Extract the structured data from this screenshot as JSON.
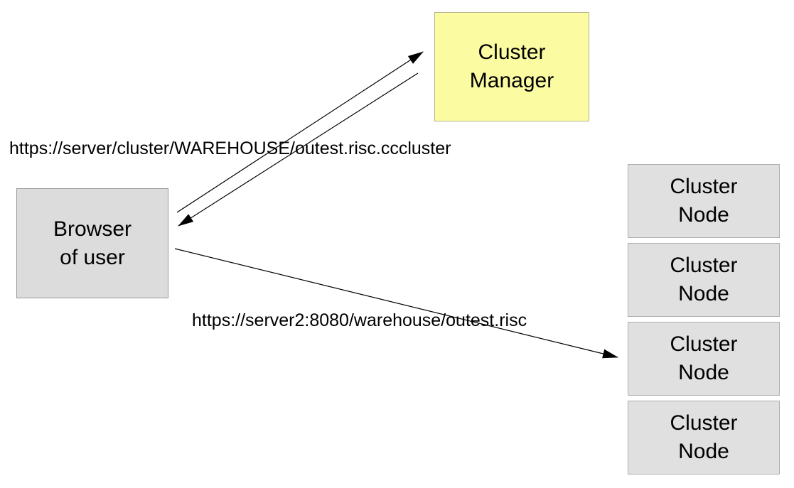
{
  "diagram": {
    "background_color": "#ffffff",
    "line_color": "#000000",
    "nodes": [
      {
        "id": "cluster-manager",
        "label": "Cluster\nManager",
        "fill": "#fbfba2",
        "border": "#b3b38c"
      },
      {
        "id": "browser-of-user",
        "label": "Browser\nof user",
        "fill": "#dcdcdc",
        "border": "#9a9a9a"
      },
      {
        "id": "cluster-node-1",
        "label": "Cluster\nNode",
        "fill": "#e0e0e0",
        "border": "#aeaeae"
      },
      {
        "id": "cluster-node-2",
        "label": "Cluster\nNode",
        "fill": "#e0e0e0",
        "border": "#aeaeae"
      },
      {
        "id": "cluster-node-3",
        "label": "Cluster\nNode",
        "fill": "#e0e0e0",
        "border": "#aeaeae"
      },
      {
        "id": "cluster-node-4",
        "label": "Cluster\nNode",
        "fill": "#e0e0e0",
        "border": "#aeaeae"
      }
    ],
    "labels": [
      {
        "id": "url-cluster-manager-request",
        "text": "https://server/cluster/WAREHOUSE/outest.risc.cccluster"
      },
      {
        "id": "url-cluster-node-request",
        "text": "https://server2:8080/warehouse/outest.risc"
      }
    ],
    "edges": [
      {
        "from": "browser-of-user",
        "to": "cluster-manager",
        "arrowhead": "end"
      },
      {
        "from": "cluster-manager",
        "to": "browser-of-user",
        "arrowhead": "end"
      },
      {
        "from": "browser-of-user",
        "to": "cluster-node-3",
        "arrowhead": "end"
      }
    ]
  }
}
